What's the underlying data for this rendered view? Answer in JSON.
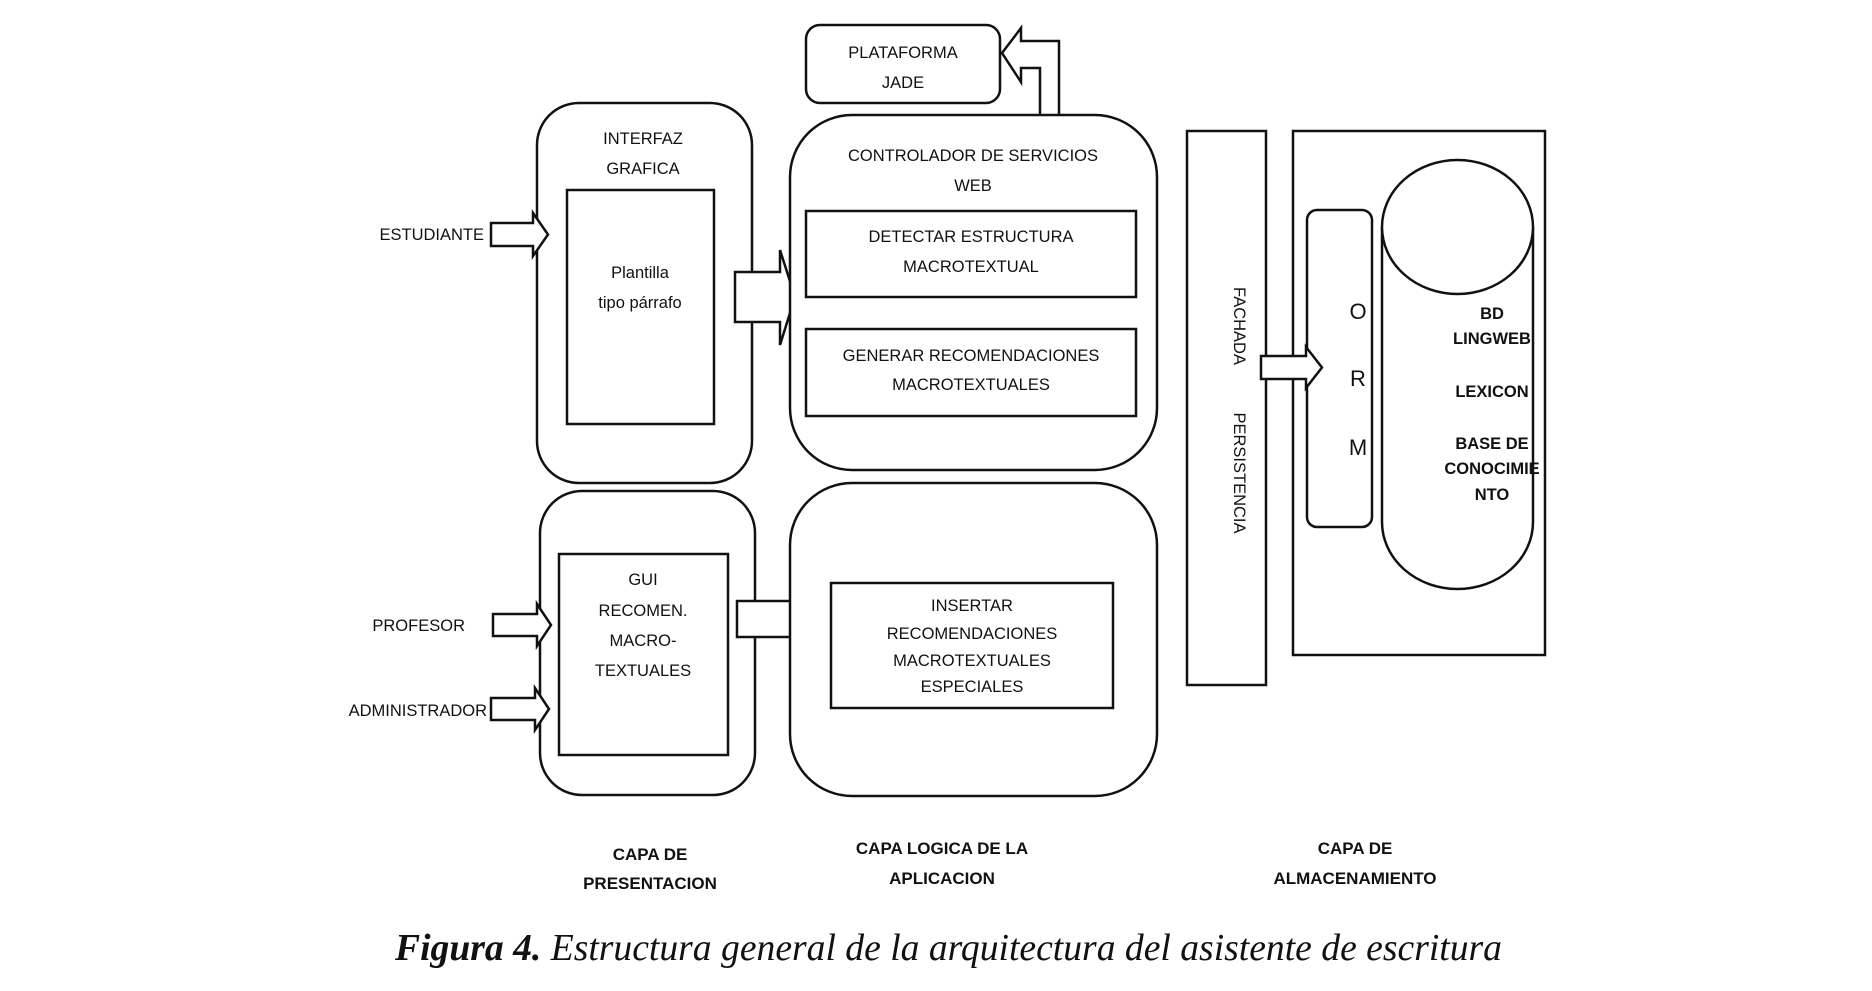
{
  "diagram": {
    "actors": {
      "estudiante": "ESTUDIANTE",
      "profesor": "PROFESOR",
      "administrador": "ADMINISTRADOR"
    },
    "presentation": {
      "interfaz": {
        "title": [
          "INTERFAZ",
          "GRAFICA"
        ],
        "inner": [
          "Plantilla",
          "tipo párrafo"
        ]
      },
      "gui": {
        "inner": [
          "GUI",
          "RECOMEN.",
          "MACRO-",
          "TEXTUALES"
        ]
      }
    },
    "logic": {
      "jade": [
        "PLATAFORMA",
        "JADE"
      ],
      "controller": {
        "title": [
          "CONTROLADOR DE SERVICIOS",
          "WEB"
        ],
        "detectar": [
          "DETECTAR ESTRUCTURA",
          "MACROTEXTUAL"
        ],
        "generar": [
          "GENERAR RECOMENDACIONES",
          "MACROTEXTUALES"
        ]
      },
      "insertar": [
        "INSERTAR",
        "RECOMENDACIONES",
        "MACROTEXTUALES",
        "ESPECIALES"
      ]
    },
    "storage": {
      "fachada": "FACHADA",
      "persistencia": "PERSISTENCIA",
      "orm": [
        "O",
        "R",
        "M"
      ],
      "db": [
        "BD",
        "LINGWEB",
        "LEXICON",
        "BASE DE",
        "CONOCIMIE",
        "NTO"
      ]
    },
    "layers": {
      "presentacion": [
        "CAPA DE",
        "PRESENTACION"
      ],
      "logica": [
        "CAPA LOGICA DE LA",
        "APLICACION"
      ],
      "almacenamiento": [
        "CAPA DE",
        "ALMACENAMIENTO"
      ]
    },
    "caption": {
      "label": "Figura 4.",
      "text": " Estructura general de la arquitectura del asistente de escritura"
    }
  }
}
